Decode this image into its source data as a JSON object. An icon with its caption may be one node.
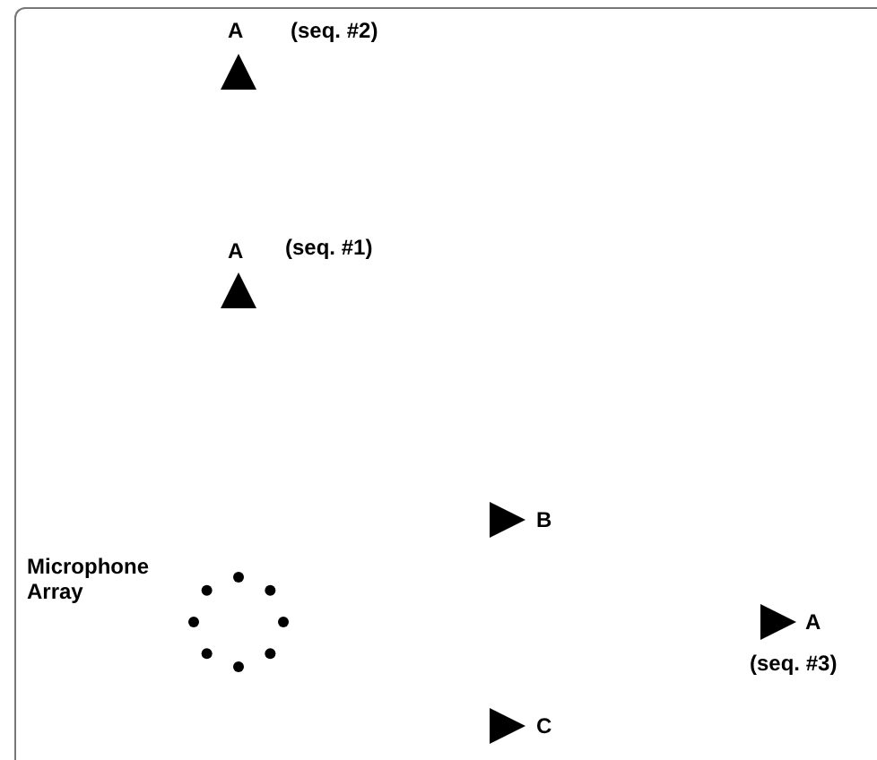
{
  "diagram": {
    "nodes": [
      {
        "text": [],
        "shape": "triangle",
        "beside": [
          "A",
          "(seq. #2)"
        ]
      },
      {
        "text": [],
        "shape": "triangle",
        "beside": [
          "A",
          "(seq. #1)"
        ]
      },
      {
        "text": [],
        "shape": "triangle",
        "beside": [
          "B"
        ]
      },
      {
        "text": [],
        "shape": "circle",
        "beside": [
          "Microphone Array"
        ]
      },
      {
        "text": [],
        "shape": "triangle",
        "beside": [
          "A",
          "(seq. #3)"
        ]
      },
      {
        "text": [],
        "shape": "triangle",
        "beside": [
          "C"
        ]
      }
    ]
  }
}
